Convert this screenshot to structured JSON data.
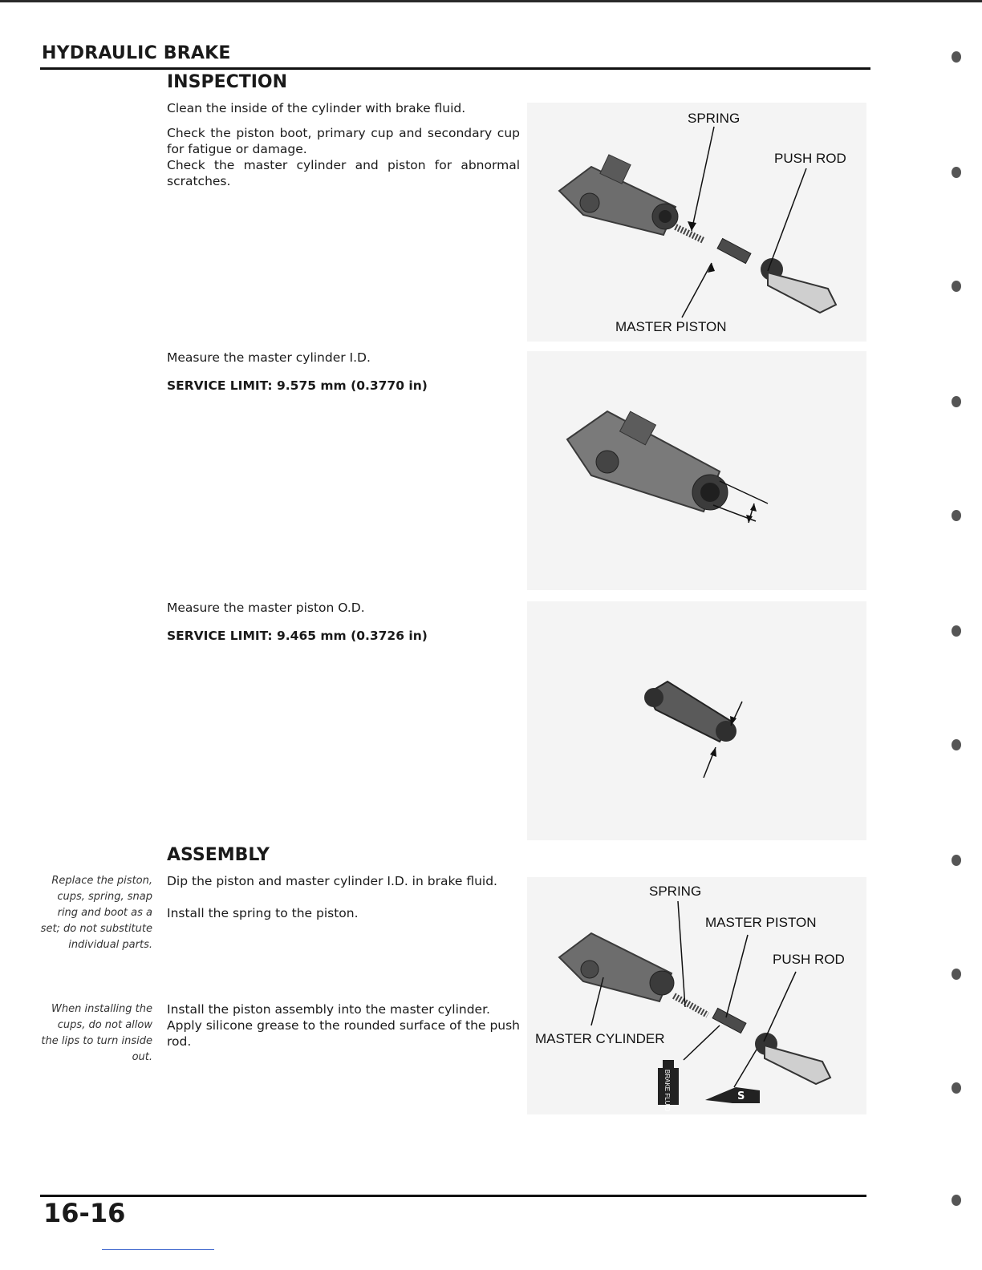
{
  "header": {
    "title": "HYDRAULIC BRAKE"
  },
  "inspection": {
    "title": "INSPECTION",
    "p1": "Clean the inside of the cylinder with brake fluid.",
    "p2": "Check the piston boot, primary cup and secondary cup for fatigue or damage.",
    "p3": "Check the master cylinder and piston for abnormal scratches.",
    "measure_id": "Measure the master cylinder I.D.",
    "limit_id_label": "SERVICE LIMIT:",
    "limit_id_value": "9.575 mm (0.3770 in)",
    "measure_od": "Measure the master piston O.D.",
    "limit_od_label": "SERVICE LIMIT:",
    "limit_od_value": "9.465 mm (0.3726 in)"
  },
  "figure1": {
    "spring": "SPRING",
    "push_rod": "PUSH ROD",
    "master_piston": "MASTER PISTON"
  },
  "assembly": {
    "title": "ASSEMBLY",
    "p1": "Dip the piston and master cylinder I.D. in brake fluid.",
    "p2": "Install the spring to the piston.",
    "p3": "Install the piston assembly into the master cylinder.",
    "p4": "Apply silicone grease to the rounded surface of the push rod.",
    "note1": "Replace the piston, cups, spring, snap ring and boot as a set; do not substitute individual parts.",
    "note2": "When installing the cups, do not allow the lips to turn inside out."
  },
  "figure4": {
    "spring": "SPRING",
    "master_piston": "MASTER PISTON",
    "push_rod": "PUSH ROD",
    "master_cylinder": "MASTER CYLINDER",
    "fluid_label": "BRAKE FLUID",
    "grease_label": "S"
  },
  "footer": {
    "page_number": "16-16"
  }
}
